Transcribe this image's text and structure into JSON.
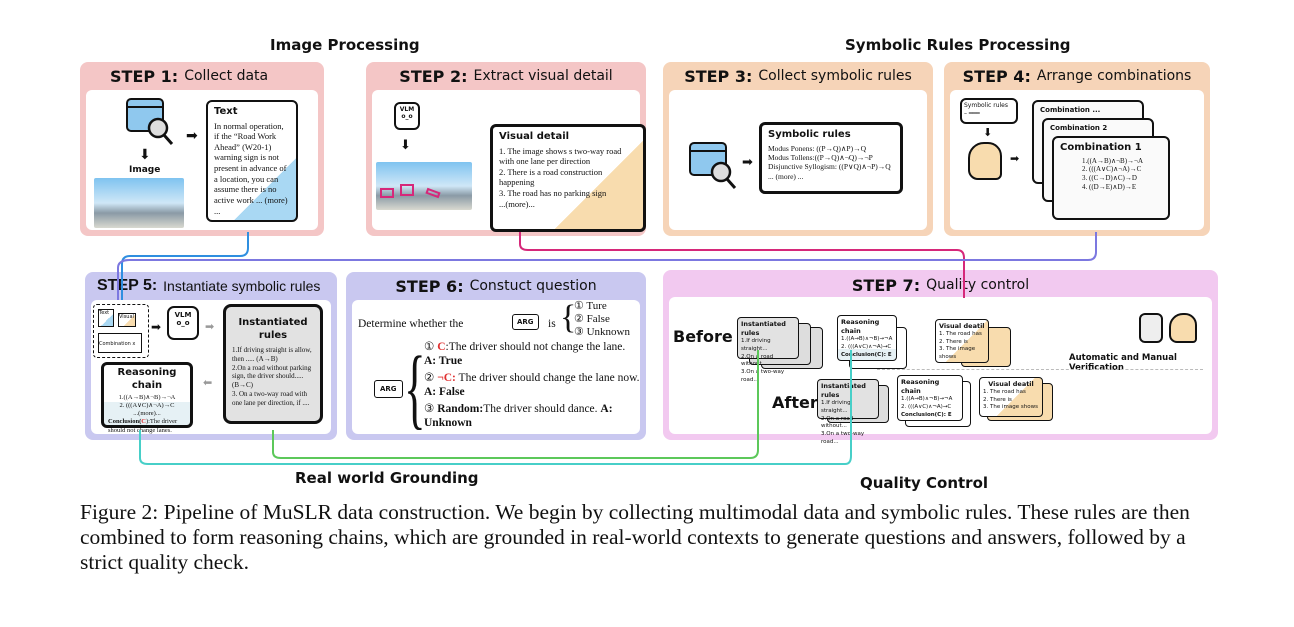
{
  "sections": {
    "image_processing": "Image Processing",
    "symbolic_rules_processing": "Symbolic Rules Processing",
    "real_world_grounding": "Real world Grounding",
    "quality_control": "Quality Control"
  },
  "colors": {
    "step12": "#f4c6c6",
    "step34": "#f6d4b8",
    "step56": "#c9c8f0",
    "step7": "#f2c9f0",
    "blue_line": "#2f8fe0",
    "pink_line": "#d6287a",
    "purple_line": "#7c78e0",
    "green_line": "#5cc85a",
    "cyan_line": "#47cfc8"
  },
  "step1": {
    "step": "STEP 1:",
    "title": "Collect data",
    "image_label": "Image",
    "doc_title": "Text",
    "doc_text": "In normal operation, if the “Road Work Ahead” (W20-1) warning sign is not present in advance of a location, you can assume there is no active work ... (more) ..."
  },
  "step2": {
    "step": "STEP 2:",
    "title": "Extract visual detail",
    "vlm": "VLM",
    "doc_title": "Visual detail",
    "items": [
      "1. The image shows s two-way road with one lane per direction",
      "2. There is a road construction happening",
      "3. The road has no parking sign"
    ],
    "more": "...(more)..."
  },
  "step3": {
    "step": "STEP 3:",
    "title": "Collect symbolic rules",
    "doc_title": "Symbolic rules",
    "items": [
      "Modus Ponens: ((P→Q)∧P)→Q",
      "Modus Tollens:((P→Q)∧¬Q)→¬P",
      "Disjunctive Syllogism: ((P∨Q)∧¬P)→Q"
    ],
    "more": "... (more) ..."
  },
  "step4": {
    "step": "STEP 4:",
    "title": "Arrange combinations",
    "rules_card": "Symbolic rules",
    "combinations": [
      "Combination ...",
      "Combination 2",
      "Combination 1"
    ],
    "items": [
      "1.((A→B)∧¬B)→¬A",
      "2. (((A∨C)∧¬A)→C",
      "3. ((C→D)∧C)→D",
      "4. ((D→E)∧D)→E"
    ]
  },
  "step5": {
    "step": "STEP 5:",
    "title": "Instantiate symbolic rules",
    "mini_text": "Text",
    "mini_visual": "Visual",
    "mini_combination": "Combination x",
    "vlm": "VLM",
    "inst_title": "Instantiated rules",
    "inst_items": [
      "1.If driving straight is allow, then ..... (A→B)",
      "2.On a road without parking sign, the driver should..... (B→C)",
      "3. On a two-way road with one lane per direction, if ...."
    ],
    "chain_title": "Reasoning chain",
    "chain_items": [
      "1.((A→B)∧¬B)→¬A",
      "2. (((A∨C)∧¬A)→C",
      "...(more)..."
    ],
    "conclusion_label": "Conclusion(",
    "conclusion_c": "C",
    "conclusion_text": "):The driver should not change lanes."
  },
  "step6": {
    "step": "STEP 6:",
    "title": "Constuct question",
    "prompt_pre": "Determine whether the",
    "arg": "ARG",
    "prompt_post": "is",
    "choices": [
      "① Ture",
      "② False",
      "③ Unknown"
    ],
    "options": [
      {
        "num": "①",
        "label": "C",
        "label_color": "#e03030",
        "text": ":The driver should not change the lane.",
        "answer": "A: True"
      },
      {
        "num": "②",
        "label": "¬C:",
        "label_color": "#e03030",
        "text": " The driver should change the lane now.",
        "answer": "A: False"
      },
      {
        "num": "③",
        "label": "Random:",
        "label_color": "#111111",
        "text": "The driver should dance.",
        "answer": "A: Unknown"
      }
    ]
  },
  "step7": {
    "step": "STEP 7:",
    "title": "Quality control",
    "before": "Before",
    "after": "After",
    "verification": "Automatic and Manual Verification",
    "inst_title": "Instantiated rules",
    "inst_items": [
      "1.If driving straight...",
      "2.On a road without...",
      "3.On a two-way road..."
    ],
    "chain_title": "Reasoning chain",
    "chain_items": [
      "1.((A→B)∧¬B)→¬A",
      "2. (((A∨C)∧¬A)→C"
    ],
    "chain_conclusion": "Conclusion(C): E",
    "visual_title": "Visual deatil",
    "visual_items": [
      "1. The road has",
      "2. There is",
      "3. The image shows"
    ]
  },
  "caption": "Figure 2: Pipeline of MuSLR data construction. We begin by collecting multimodal data and symbolic rules. These rules are then combined to form reasoning chains, which are grounded in real-world contexts to generate questions and answers, followed by a strict quality check."
}
